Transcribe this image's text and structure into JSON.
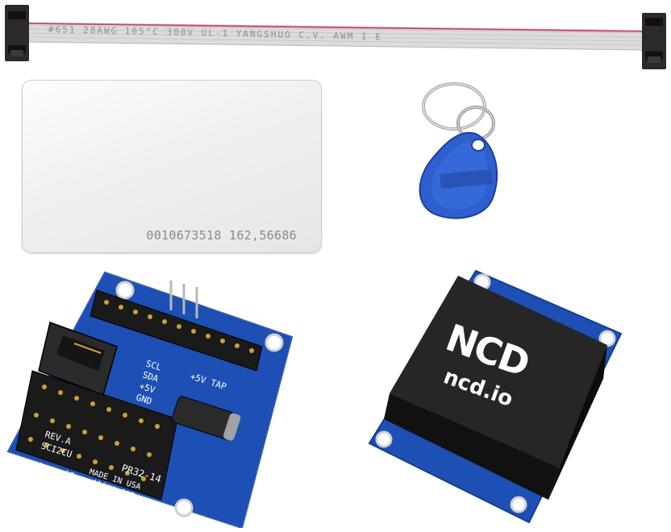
{
  "cable": {
    "print_text": "#651  28AWG  105°C  300V  UL-1  YANGSHUO  C.V.  AWM  I  E"
  },
  "card": {
    "number": "0010673518 162,56686"
  },
  "board": {
    "labels": {
      "scl": "SCL",
      "sda": "SDA",
      "plus5v": "+5V",
      "gnd": "GND",
      "tap": "+5V TAP",
      "rev": "REV.A",
      "sci2cu": "SCI2CU",
      "model": "PR32-14",
      "made": "MADE IN USA",
      "website": "ControlEverything.com"
    }
  },
  "module": {
    "logo": "NCD",
    "url": "ncd.io"
  },
  "colors": {
    "pcb_blue": "#1d4fb5",
    "fob_blue": "#2f5fcf",
    "module_black": "#1f1f1f"
  }
}
